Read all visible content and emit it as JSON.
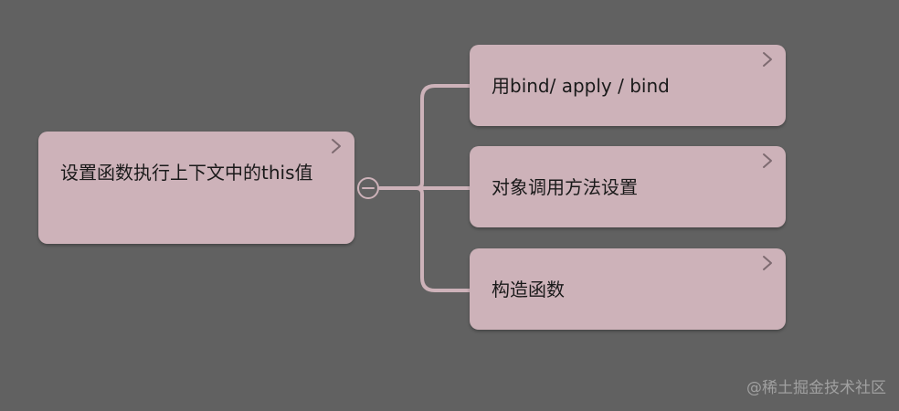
{
  "mindmap": {
    "root": {
      "label": "设置函数执行上下文中的this值"
    },
    "children": [
      {
        "label": "用bind/ apply / bind"
      },
      {
        "label": "对象调用方法设置"
      },
      {
        "label": "构造函数"
      }
    ],
    "colors": {
      "background": "#616161",
      "node_fill": "#cdb2b9",
      "connector": "#cdb2b9",
      "text": "#1a1a1a",
      "chevron": "#7d6a70"
    },
    "icons": {
      "expand": "chevron-right-icon",
      "collapse": "collapse-minus-icon"
    }
  },
  "watermark": "@稀土掘金技术社区"
}
